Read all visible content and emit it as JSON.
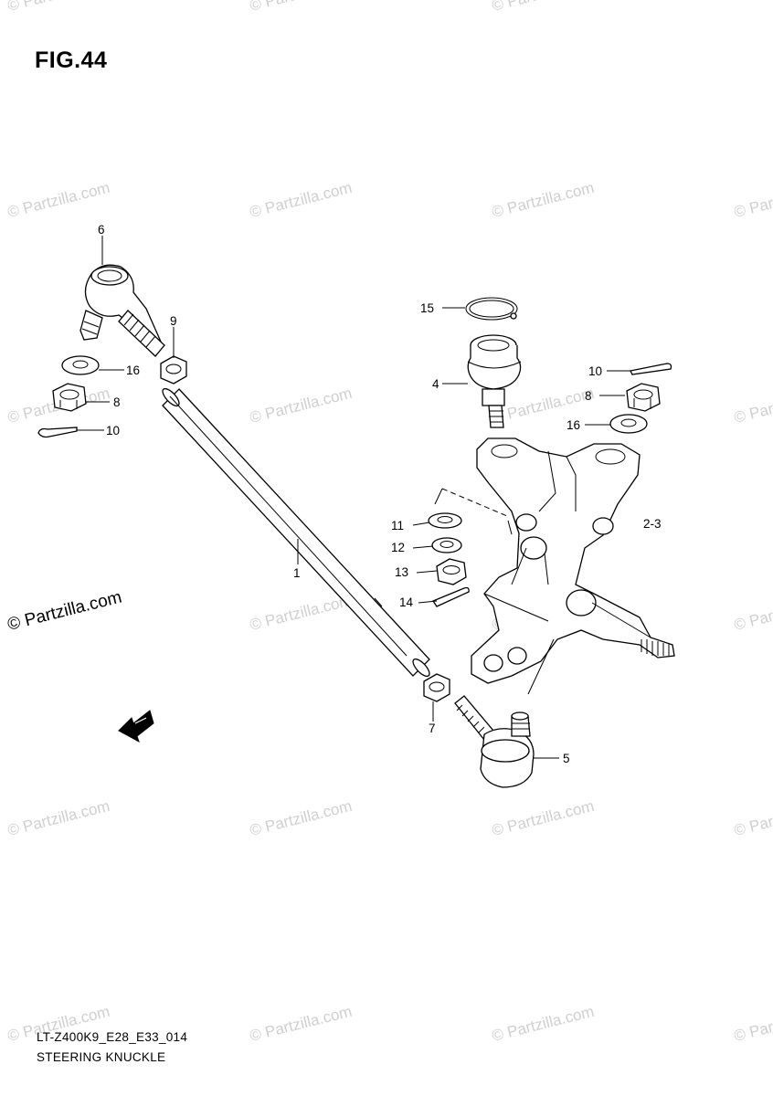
{
  "figure": {
    "title": "FIG.44",
    "model_code": "LT-Z400K9_E28_E33_014",
    "caption": "STEERING KNUCKLE"
  },
  "watermark": {
    "text": "© Partzilla.com",
    "prominent_text": "© Partzilla.com"
  },
  "callouts": {
    "p1": "1",
    "p2_3": "2-3",
    "p4": "4",
    "p5": "5",
    "p6": "6",
    "p7": "7",
    "p8_left": "8",
    "p8_right": "8",
    "p9": "9",
    "p10_left": "10",
    "p10_right": "10",
    "p11": "11",
    "p12": "12",
    "p13": "13",
    "p14": "14",
    "p15": "15",
    "p16_left": "16",
    "p16_right": "16"
  },
  "icons": {
    "front_arrow": "front-direction-arrow-icon"
  }
}
